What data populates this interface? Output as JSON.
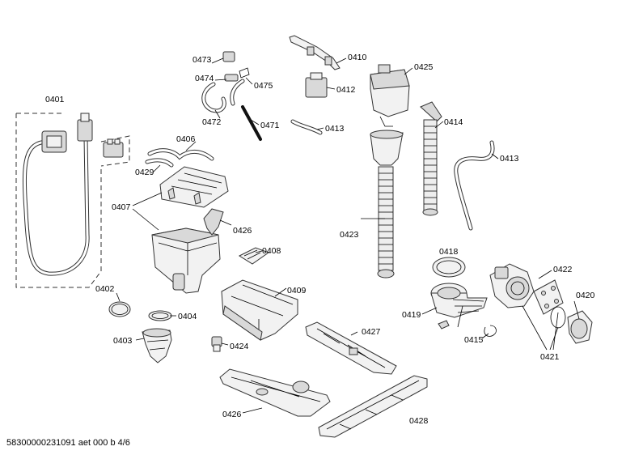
{
  "labels": {
    "p0401": "0401",
    "p0402": "0402",
    "p0403": "0403",
    "p0404": "0404",
    "p0406": "0406",
    "p0407": "0407",
    "p0408": "0408",
    "p0409": "0409",
    "p0410": "0410",
    "p0412": "0412",
    "p0413a": "0413",
    "p0413b": "0413",
    "p0414": "0414",
    "p0415": "0415",
    "p0418": "0418",
    "p0419": "0419",
    "p0420": "0420",
    "p0421": "0421",
    "p0422": "0422",
    "p0423": "0423",
    "p0424": "0424",
    "p0425": "0425",
    "p0426a": "0426",
    "p0426b": "0426",
    "p0427": "0427",
    "p0428": "0428",
    "p0429": "0429",
    "p0471": "0471",
    "p0472": "0472",
    "p0473": "0473",
    "p0474": "0474",
    "p0475": "0475"
  },
  "footer": "58300000231091 aet 000 b 4/6"
}
